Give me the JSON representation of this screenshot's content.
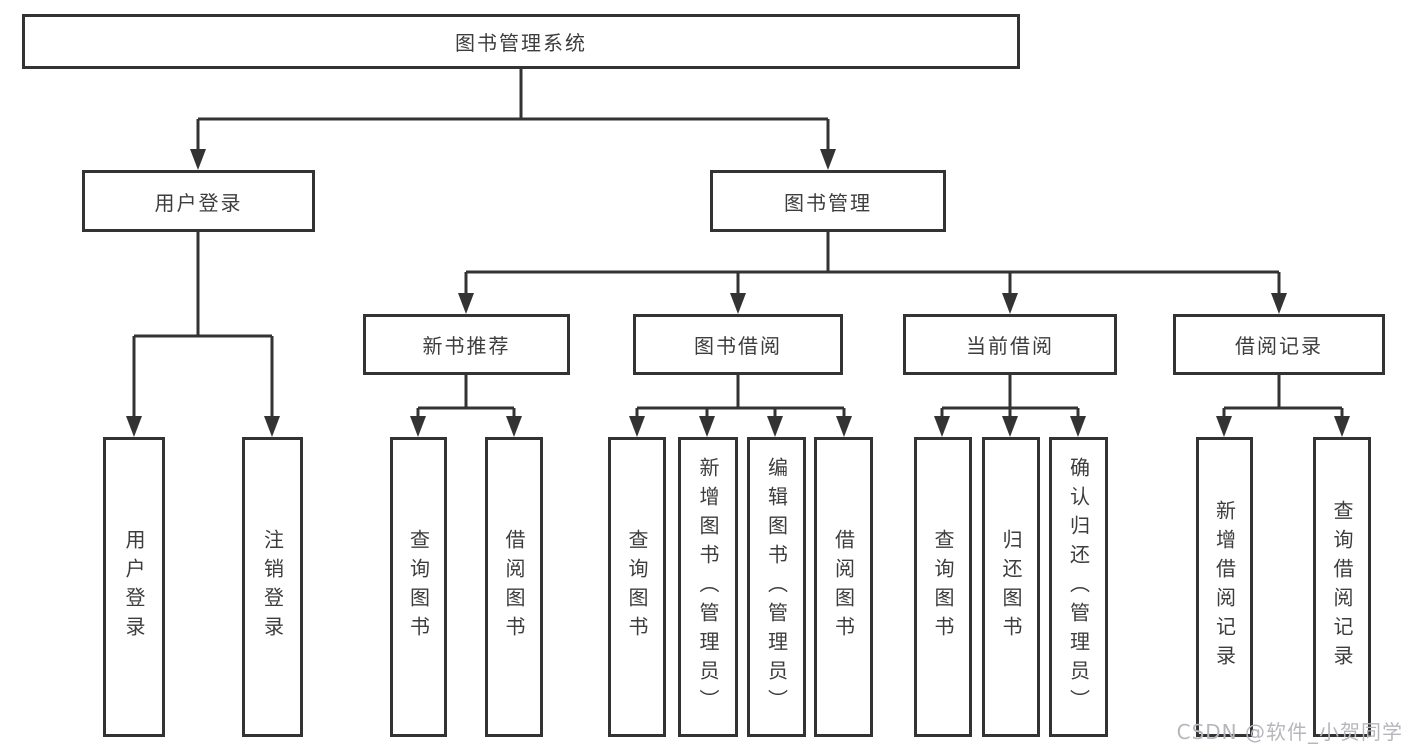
{
  "tree": {
    "root": {
      "label": "图书管理系统"
    },
    "level2": [
      {
        "label": "用户登录"
      },
      {
        "label": "图书管理"
      }
    ],
    "level3": [
      {
        "label": "新书推荐"
      },
      {
        "label": "图书借阅"
      },
      {
        "label": "当前借阅"
      },
      {
        "label": "借阅记录"
      }
    ],
    "leaves": [
      {
        "label": "用户登录"
      },
      {
        "label": "注销登录"
      },
      {
        "label": "查询图书"
      },
      {
        "label": "借阅图书"
      },
      {
        "label": "查询图书"
      },
      {
        "label": "新增图书（管理员）"
      },
      {
        "label": "编辑图书（管理员）"
      },
      {
        "label": "借阅图书"
      },
      {
        "label": "查询图书"
      },
      {
        "label": "归还图书"
      },
      {
        "label": "确认归还（管理员）"
      },
      {
        "label": "新增借阅记录"
      },
      {
        "label": "查询借阅记录"
      }
    ]
  },
  "watermark": {
    "text": "CSDN @软件_小贺同学"
  },
  "colors": {
    "line": "#333333",
    "text": "#3d3d3d",
    "watermark": "#b6b6bc",
    "background": "#ffffff"
  }
}
